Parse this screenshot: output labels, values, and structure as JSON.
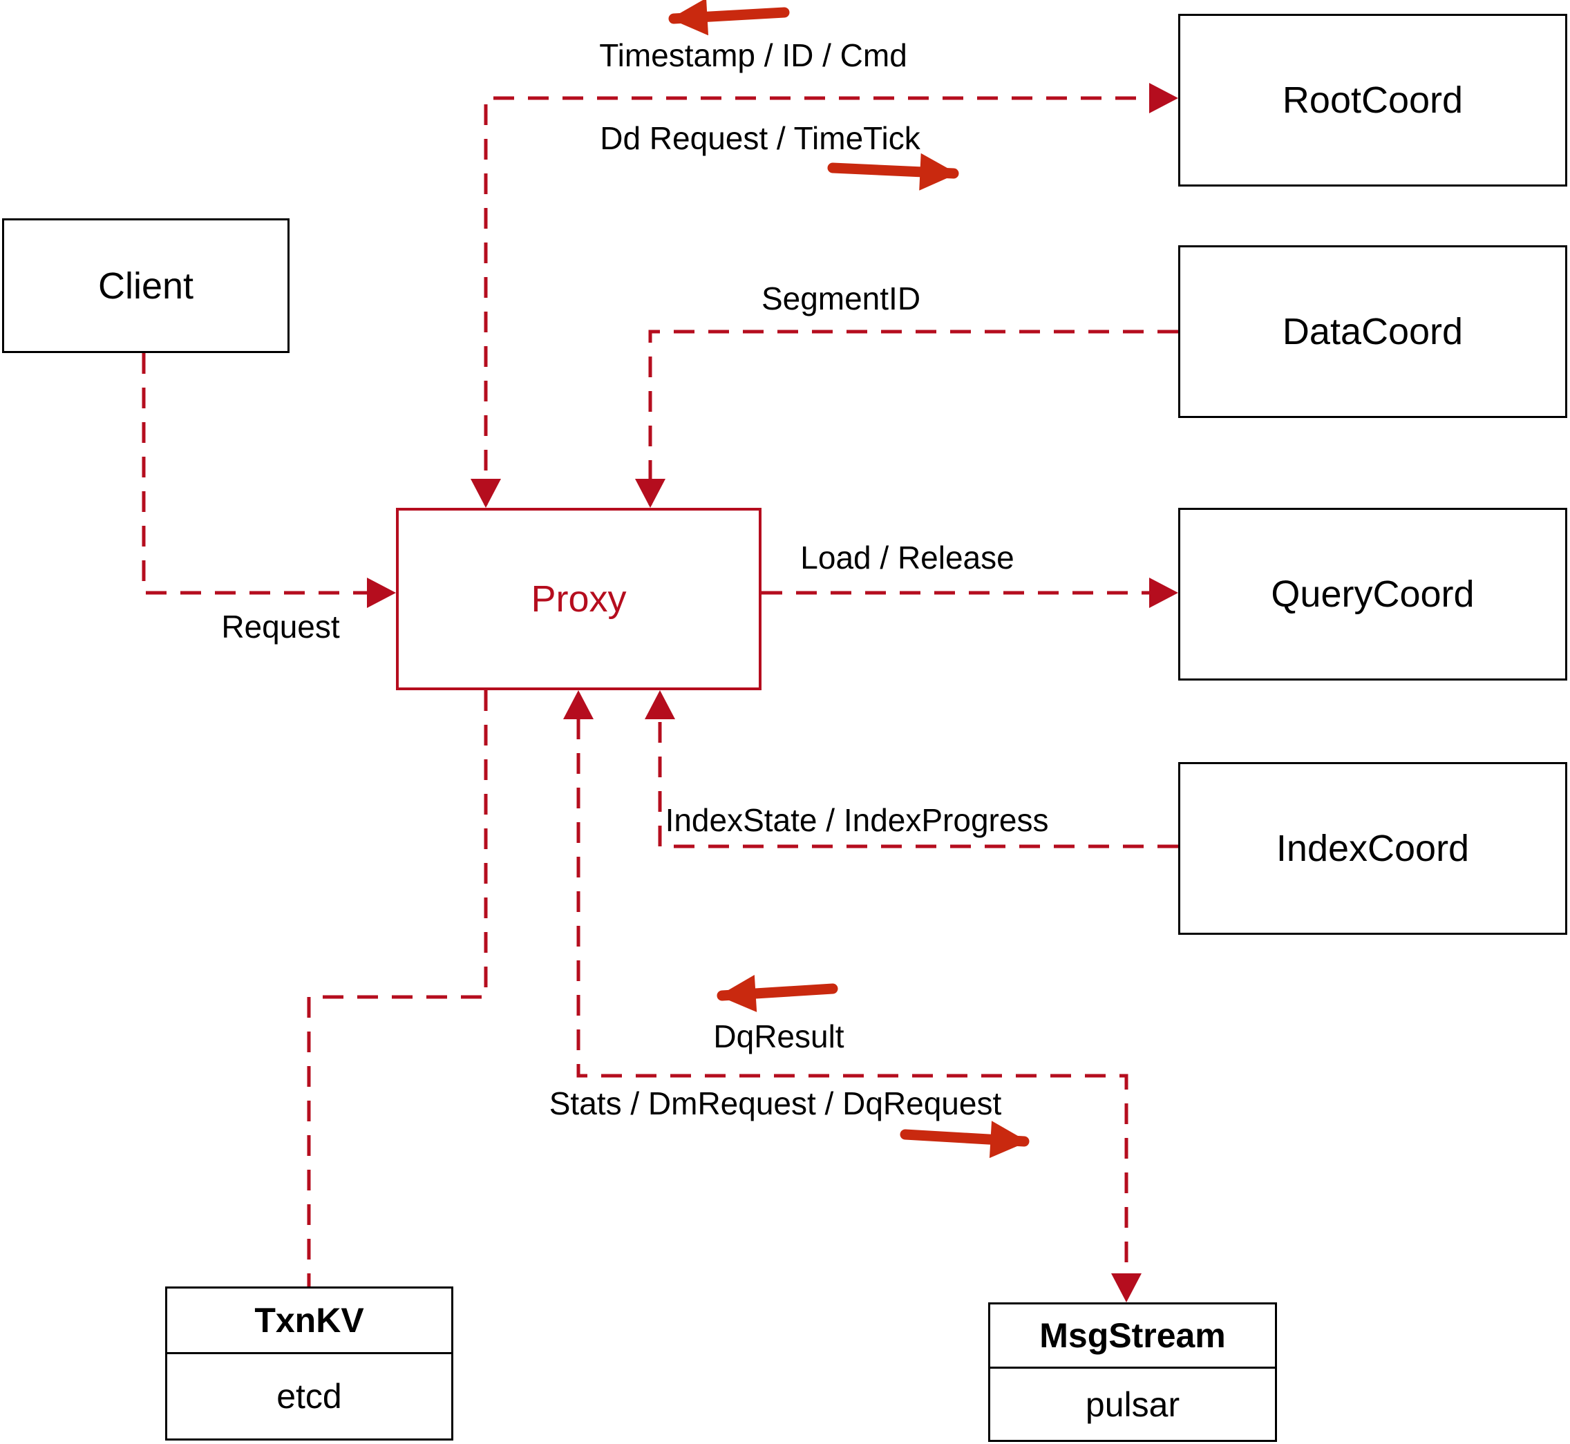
{
  "diagram_type": "architecture-diagram",
  "nodes": {
    "client": {
      "label": "Client"
    },
    "proxy": {
      "label": "Proxy"
    },
    "root_coord": {
      "label": "RootCoord"
    },
    "data_coord": {
      "label": "DataCoord"
    },
    "query_coord": {
      "label": "QueryCoord"
    },
    "index_coord": {
      "label": "IndexCoord"
    },
    "txn_kv": {
      "title": "TxnKV",
      "subtitle": "etcd"
    },
    "msg_stream": {
      "title": "MsgStream",
      "subtitle": "pulsar"
    }
  },
  "edge_labels": {
    "timestamp_id_cmd": "Timestamp / ID / Cmd",
    "dd_request_timetick": "Dd Request / TimeTick",
    "segment_id": "SegmentID",
    "load_release": "Load / Release",
    "request": "Request",
    "index_state": "IndexState / IndexProgress",
    "dq_result": "DqResult",
    "stats_dm_dq": "Stats / DmRequest / DqRequest"
  },
  "colors": {
    "dashed_line": "#b50d1e",
    "solid_arrow": "#c9290f",
    "box_border": "#000000",
    "text": "#000000"
  }
}
